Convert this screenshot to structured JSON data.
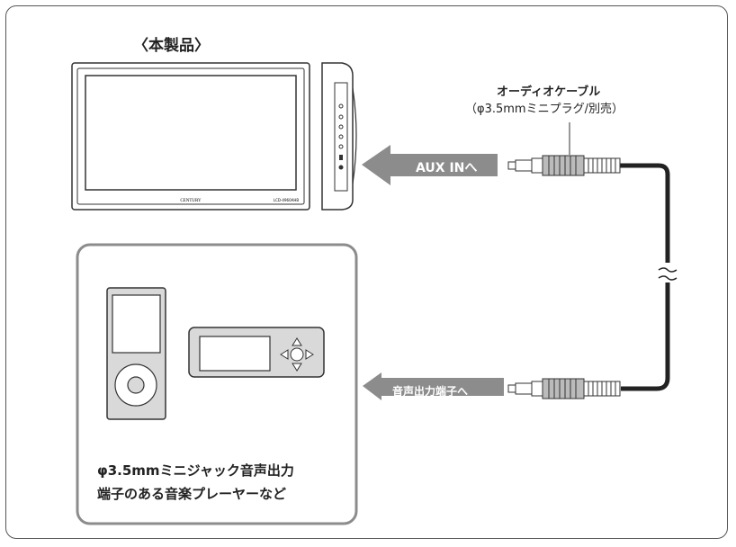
{
  "product": {
    "title": "〈本製品〉",
    "brand": "CENTURY",
    "model": "LCD-4960AHB"
  },
  "cable": {
    "title": "オーディオケーブル",
    "subtitle": "（φ3.5mmミニプラグ/別売）"
  },
  "arrows": {
    "aux_in": "AUX INへ",
    "audio_out": "音声出力端子へ"
  },
  "player_box": {
    "caption_line1": "φ3.5mmミニジャック音声出力",
    "caption_line2": "端子のある音楽プレーヤーなど"
  },
  "colors": {
    "arrow_fill": "#8c8c8c",
    "box_border": "#8c8c8c",
    "cable": "#222222",
    "device_gray": "#d9d9d9"
  }
}
